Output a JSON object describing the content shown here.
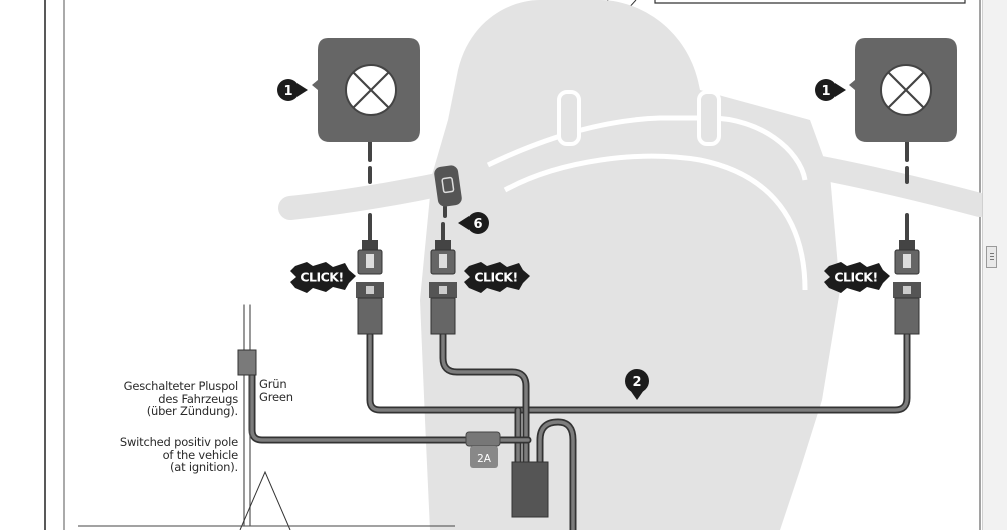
{
  "colors": {
    "body_silhouette": "#e3e3e3",
    "lamp": "#666666",
    "cable": "#5c5c5c",
    "burst": "#1c1c1c",
    "marker": "#1c1c1c"
  },
  "icons": [
    "lamp-icon",
    "connector-icon",
    "fuse-icon",
    "switch-icon",
    "click-burst-icon"
  ],
  "markers": {
    "lamp_left": "1",
    "lamp_right": "1",
    "harness": "2",
    "switch": "6"
  },
  "click_labels": {
    "left": "CLICK!",
    "middle": "CLICK!",
    "right": "CLICK!"
  },
  "fuse_label": "2A",
  "wire_color": {
    "de": "Grün",
    "en": "Green"
  },
  "ignition_de": {
    "line1": "Geschalteter Pluspol",
    "line2": "des Fahrzeugs",
    "line3": "(über Zündung)."
  },
  "ignition_en": {
    "line1": "Switched positiv pole",
    "line2": "of the vehicle",
    "line3": "(at ignition)."
  }
}
